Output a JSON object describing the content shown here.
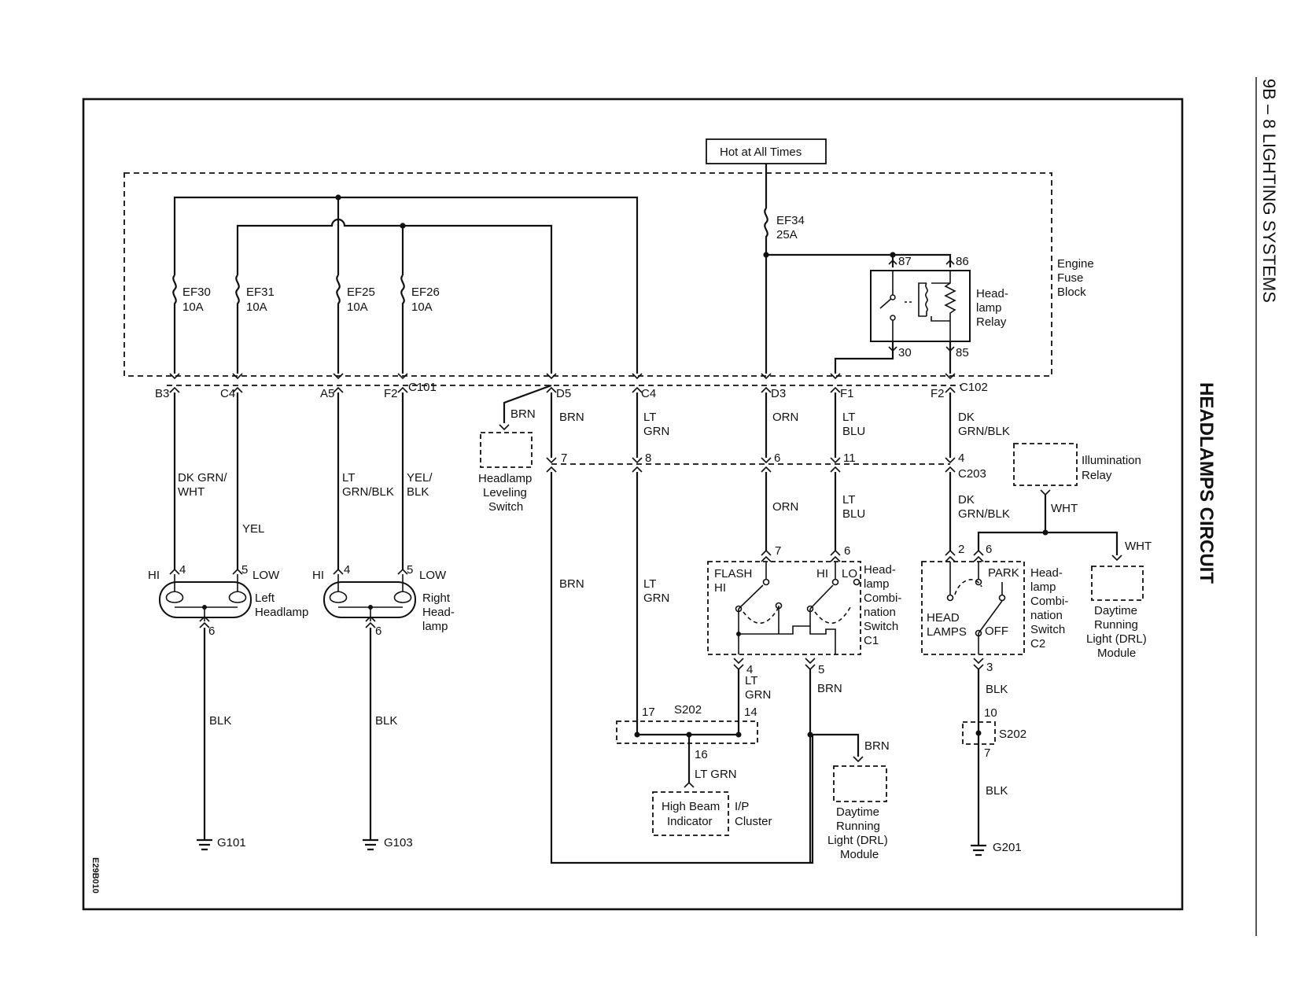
{
  "header": {
    "section": "9B – 8 LIGHTING SYSTEMS",
    "title": "HEADLAMPS CIRCUIT"
  },
  "figure_id": "E29B010",
  "power": {
    "hot_label": "Hot at All Times"
  },
  "fuse_block": {
    "label": [
      "Engine",
      "Fuse",
      "Block"
    ],
    "fuses": [
      {
        "id": "EF30",
        "rating": "10A"
      },
      {
        "id": "EF31",
        "rating": "10A"
      },
      {
        "id": "EF25",
        "rating": "10A"
      },
      {
        "id": "EF26",
        "rating": "10A"
      },
      {
        "id": "EF34",
        "rating": "25A"
      }
    ],
    "relay": {
      "label": [
        "Head-",
        "lamp",
        "Relay"
      ],
      "pins": [
        "87",
        "86",
        "30",
        "85"
      ]
    }
  },
  "connectors": {
    "c101": {
      "name": "C101",
      "pins": [
        "B3",
        "C4",
        "A5",
        "F2",
        "D5",
        "C4"
      ]
    },
    "c102": {
      "name": "C102",
      "pins": [
        "D3",
        "F1",
        "F2"
      ]
    },
    "c203": {
      "name": "C203",
      "pins": [
        "7",
        "8",
        "6",
        "11",
        "4"
      ]
    }
  },
  "wires": {
    "dk_grn_wht": [
      "DK GRN/",
      "WHT"
    ],
    "yel": "YEL",
    "lt_grn_blk": [
      "LT",
      "GRN/BLK"
    ],
    "yel_blk": [
      "YEL/",
      "BLK"
    ],
    "brn": "BRN",
    "lt_grn": [
      "LT",
      "GRN"
    ],
    "orn": "ORN",
    "lt_blu": [
      "LT",
      "BLU"
    ],
    "dk_grn_blk": [
      "DK",
      "GRN/BLK"
    ],
    "wht": "WHT",
    "blk": "BLK",
    "lt_grn_single": "LT GRN"
  },
  "components": {
    "leveling_switch": [
      "Headlamp",
      "Leveling",
      "Switch"
    ],
    "left_headlamp": {
      "label": [
        "Left",
        "Headlamp"
      ],
      "hi": "HI",
      "low": "LOW",
      "pins": [
        "4",
        "5",
        "6"
      ]
    },
    "right_headlamp": {
      "label": [
        "Right",
        "Head-",
        "lamp"
      ],
      "hi": "HI",
      "low": "LOW",
      "pins": [
        "4",
        "5",
        "6"
      ]
    },
    "illumination_relay": [
      "Illumination",
      "Relay"
    ],
    "combo_c1": {
      "label": [
        "Head-",
        "lamp",
        "Combi-",
        "nation",
        "Switch",
        "C1"
      ],
      "flash": [
        "FLASH",
        "HI"
      ],
      "hi": "HI",
      "lo": "LO",
      "pins": [
        "7",
        "6",
        "4",
        "5"
      ]
    },
    "combo_c2": {
      "label": [
        "Head-",
        "lamp",
        "Combi-",
        "nation",
        "Switch",
        "C2"
      ],
      "park": "PARK",
      "head": [
        "HEAD",
        "LAMPS"
      ],
      "off": "OFF",
      "pins": [
        "2",
        "6",
        "3"
      ]
    },
    "drl_module_top": [
      "Daytime",
      "Running",
      "Light (DRL)",
      "Module"
    ],
    "drl_module_bottom": [
      "Daytime",
      "Running",
      "Light (DRL)",
      "Module"
    ],
    "high_beam": {
      "label": [
        "High Beam",
        "Indicator"
      ],
      "cluster": [
        "I/P",
        "Cluster"
      ]
    },
    "splice_s202_a": {
      "name": "S202",
      "pins": [
        "17",
        "14",
        "16"
      ]
    },
    "splice_s202_b": {
      "name": "S202",
      "pins": [
        "10",
        "7"
      ]
    }
  },
  "grounds": [
    "G101",
    "G103",
    "G201"
  ]
}
